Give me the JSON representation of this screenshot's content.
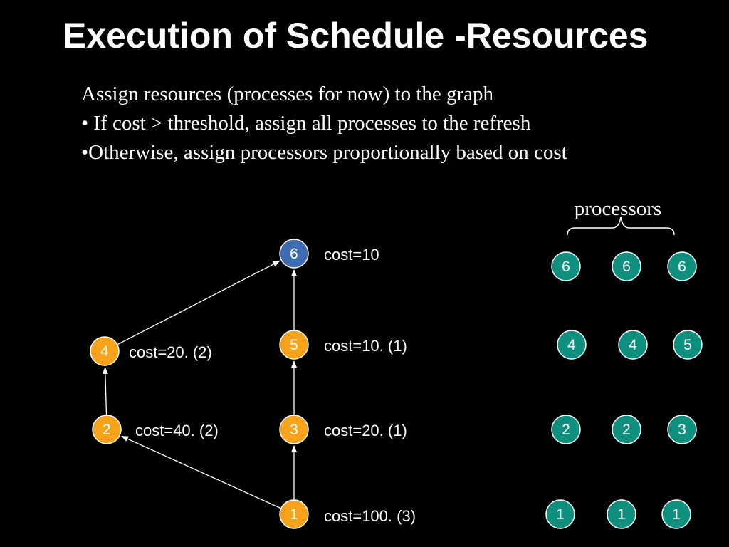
{
  "title": "Execution of  Schedule -Resources",
  "bullets": [
    "Assign resources (processes for now) to the graph",
    "• If cost > threshold, assign all processes to the refresh",
    "•Otherwise, assign processors proportionally based on cost"
  ],
  "colors": {
    "background": "#000000",
    "text": "#ffffff",
    "node_orange": "#f7a21b",
    "node_blue": "#3f6bb3",
    "node_teal": "#0f8f7e",
    "node_border": "#ffffff",
    "edge": "#ffffff"
  },
  "graph": {
    "nodes": [
      {
        "id": "6",
        "label": "6",
        "color": "blue",
        "cost": "cost=10"
      },
      {
        "id": "5",
        "label": "5",
        "color": "orange",
        "cost": "cost=10. (1)"
      },
      {
        "id": "4",
        "label": "4",
        "color": "orange",
        "cost": "cost=20. (2)"
      },
      {
        "id": "3",
        "label": "3",
        "color": "orange",
        "cost": "cost=20. (1)"
      },
      {
        "id": "2",
        "label": "2",
        "color": "orange",
        "cost": "cost=40. (2)"
      },
      {
        "id": "1",
        "label": "1",
        "color": "orange",
        "cost": "cost=100. (3)"
      }
    ],
    "edges": [
      {
        "from": "1",
        "to": "3"
      },
      {
        "from": "1",
        "to": "2"
      },
      {
        "from": "3",
        "to": "5"
      },
      {
        "from": "5",
        "to": "6"
      },
      {
        "from": "2",
        "to": "4"
      },
      {
        "from": "4",
        "to": "6"
      }
    ]
  },
  "processors": {
    "heading": "processors",
    "rows": [
      [
        "6",
        "6",
        "6"
      ],
      [
        "4",
        "4",
        "5"
      ],
      [
        "2",
        "2",
        "3"
      ],
      [
        "1",
        "1",
        "1"
      ]
    ]
  }
}
